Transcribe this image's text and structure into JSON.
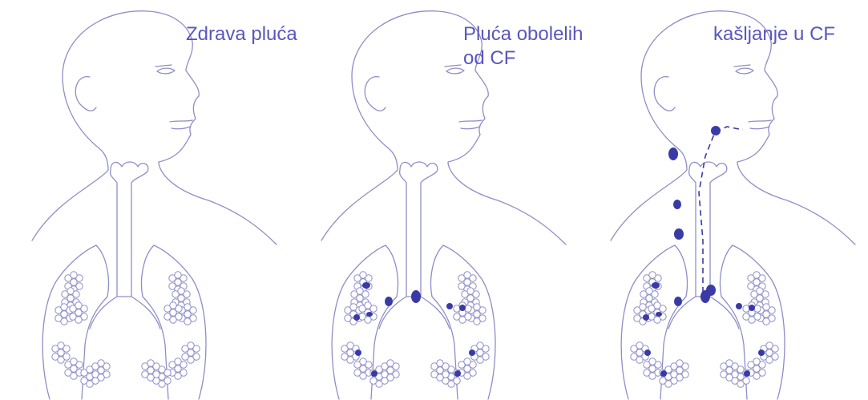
{
  "colors": {
    "line": "#8e8ec8",
    "text": "#5a56bd",
    "mucus": "#3a3aa6",
    "alveolus_fill": "#ffffff"
  },
  "panels": [
    {
      "label_lines": [
        "Zdrava pluća"
      ],
      "mucus": false,
      "cough_path": false
    },
    {
      "label_lines": [
        "Pluća obolelih",
        "od CF"
      ],
      "mucus": true,
      "cough_path": false
    },
    {
      "label_lines": [
        "kašljanje u CF"
      ],
      "mucus": true,
      "cough_path": true
    }
  ]
}
